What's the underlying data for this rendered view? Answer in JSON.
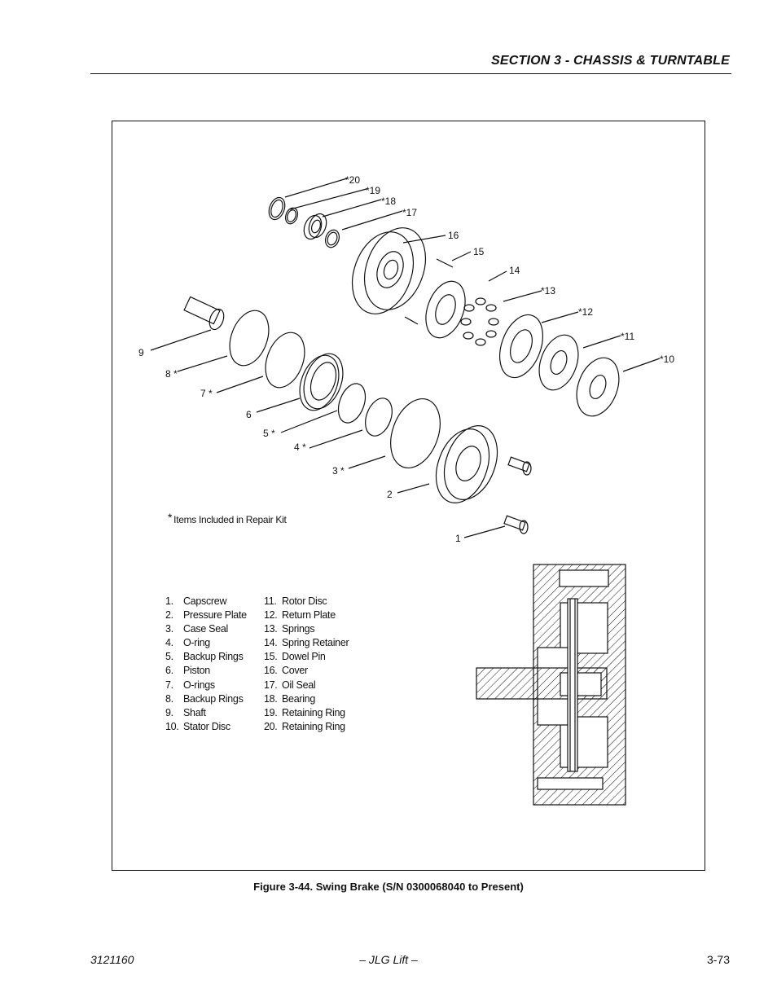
{
  "header": {
    "section_title": "SECTION 3 - CHASSIS & TURNTABLE"
  },
  "figure": {
    "caption": "Figure 3-44.  Swing Brake (S/N 0300068040 to Present)",
    "kit_note_star": "*",
    "kit_note": "Items Included in Repair Kit",
    "callouts": [
      "*20",
      "*19",
      "*18",
      "*17",
      "16",
      "15",
      "14",
      "*13",
      "*12",
      "*11",
      "*10",
      "9",
      "8 *",
      "7 *",
      "6",
      "5 *",
      "4 *",
      "3 *",
      "2",
      "1"
    ],
    "legend_left": [
      {
        "num": "1.",
        "label": "Capscrew"
      },
      {
        "num": "2.",
        "label": "Pressure Plate"
      },
      {
        "num": "3.",
        "label": "Case Seal"
      },
      {
        "num": "4.",
        "label": "O-ring"
      },
      {
        "num": "5.",
        "label": "Backup Rings"
      },
      {
        "num": "6.",
        "label": "Piston"
      },
      {
        "num": "7.",
        "label": "O-rings"
      },
      {
        "num": "8.",
        "label": "Backup Rings"
      },
      {
        "num": "9.",
        "label": "Shaft"
      },
      {
        "num": "10.",
        "label": "Stator Disc"
      }
    ],
    "legend_right": [
      {
        "num": "11.",
        "label": "Rotor Disc"
      },
      {
        "num": "12.",
        "label": "Return Plate"
      },
      {
        "num": "13.",
        "label": "Springs"
      },
      {
        "num": "14.",
        "label": "Spring Retainer"
      },
      {
        "num": "15.",
        "label": "Dowel Pin"
      },
      {
        "num": "16.",
        "label": "Cover"
      },
      {
        "num": "17.",
        "label": "Oil Seal"
      },
      {
        "num": "18.",
        "label": "Bearing"
      },
      {
        "num": "19.",
        "label": "Retaining Ring"
      },
      {
        "num": "20.",
        "label": "Retaining Ring"
      }
    ]
  },
  "footer": {
    "doc_number": "3121160",
    "publisher": "– JLG Lift –",
    "page_number": "3-73"
  }
}
